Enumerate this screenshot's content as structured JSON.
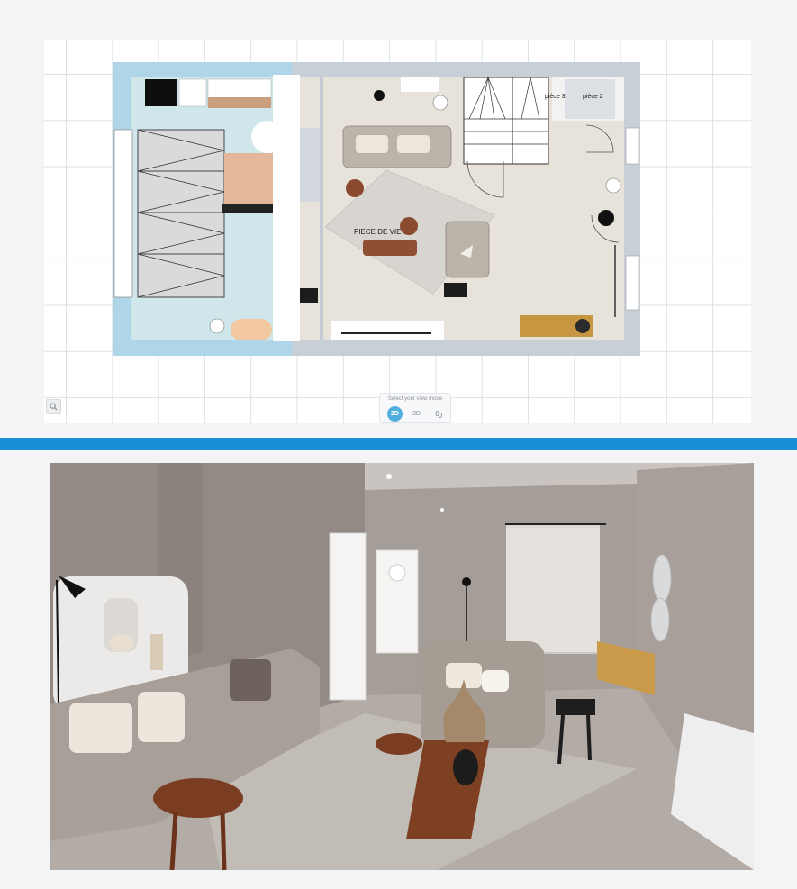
{
  "plan": {
    "room_labels": {
      "living": "PIECE DE VIE",
      "piece3": "pièce 3",
      "piece2": "pièce 2"
    },
    "view_mode": {
      "caption": "Select your view mode",
      "options": [
        "2D",
        "3D",
        "walk"
      ],
      "active": "2D"
    }
  },
  "colors": {
    "accent": "#1a8fd8",
    "view_active": "#52aede",
    "kitchen_floor": "#cfe7ea",
    "living_floor": "#e7e2da",
    "wall_gray": "#c4cbd3",
    "render_wall": "#9a918d",
    "render_floor": "#b3aca6"
  },
  "icons": [
    "zoom-icon",
    "walk-icon",
    "staircase-icon"
  ]
}
